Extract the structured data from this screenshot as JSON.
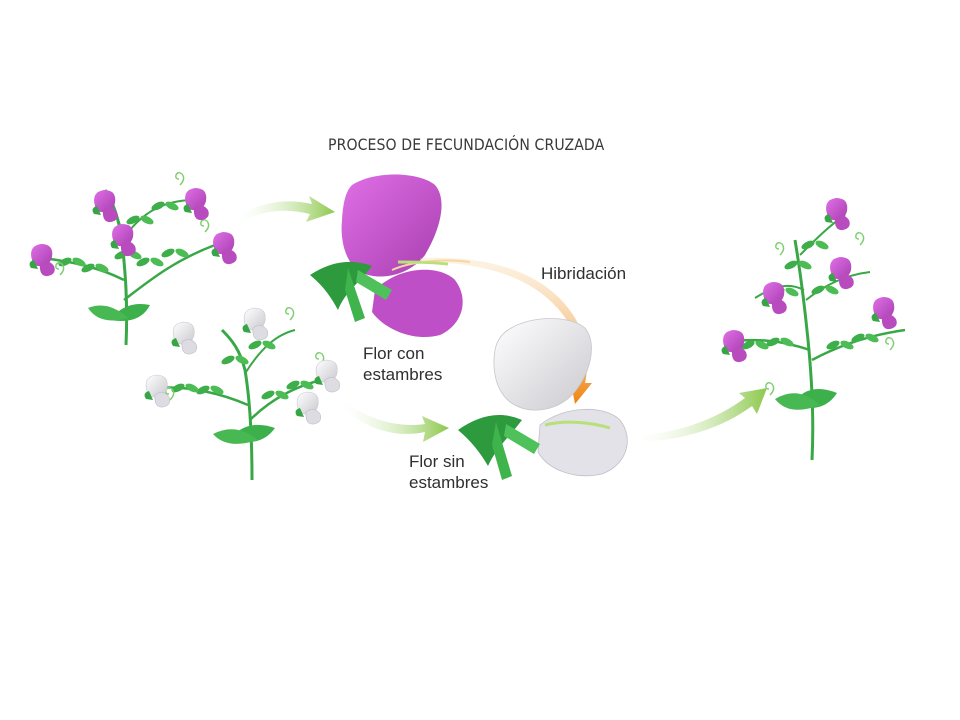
{
  "title": "PROCESO DE FECUNDACIÓN CRUZADA",
  "labels": {
    "flor_con_line1": "Flor con",
    "flor_con_line2": "estambres",
    "flor_sin_line1": "Flor sin",
    "flor_sin_line2": "estambres",
    "hibridacion": "Hibridación"
  },
  "colors": {
    "purple_petal": "#c45ac9",
    "white_petal": "#e9e9ec",
    "leaf_green": "#3cb04a",
    "arrow_green": "#a6d66a",
    "arrow_orange": "#f08a12"
  },
  "icons": [
    "purple-pea-plant",
    "white-pea-plant",
    "hybrid-purple-pea-plant",
    "purple-flower-with-stamens",
    "white-flower-without-stamens"
  ]
}
